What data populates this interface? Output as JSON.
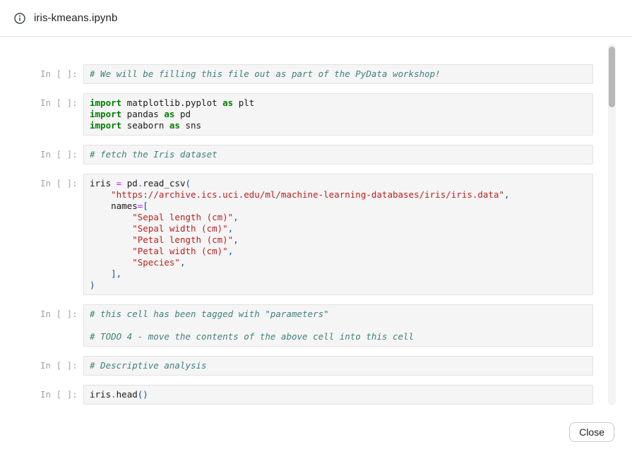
{
  "header": {
    "title": "iris-kmeans.ipynb"
  },
  "footer": {
    "close_label": "Close"
  },
  "colors": {
    "comment": "#408080",
    "keyword": "#008000",
    "string": "#ba2121",
    "operator": "#aa22ff",
    "punctuation": "#0055aa",
    "cell_background": "#f5f5f5",
    "cell_border": "#e2e2e2",
    "prompt_text": "#a3a3a3"
  },
  "notebook": {
    "prompt_label": "In [ ]:",
    "cells": [
      {
        "lines": [
          [
            [
              "com",
              "# We will be filling this file out as part of the PyData workshop!"
            ]
          ]
        ]
      },
      {
        "lines": [
          [
            [
              "kw",
              "import"
            ],
            [
              "txt",
              " matplotlib.pyplot "
            ],
            [
              "kw",
              "as"
            ],
            [
              "txt",
              " plt"
            ]
          ],
          [
            [
              "kw",
              "import"
            ],
            [
              "txt",
              " pandas "
            ],
            [
              "kw",
              "as"
            ],
            [
              "txt",
              " pd"
            ]
          ],
          [
            [
              "kw",
              "import"
            ],
            [
              "txt",
              " seaborn "
            ],
            [
              "kw",
              "as"
            ],
            [
              "txt",
              " sns"
            ]
          ]
        ]
      },
      {
        "lines": [
          [
            [
              "com",
              "# fetch the Iris dataset"
            ]
          ]
        ]
      },
      {
        "lines": [
          [
            [
              "txt",
              "iris "
            ],
            [
              "op",
              "="
            ],
            [
              "txt",
              " pd"
            ],
            [
              "op",
              "."
            ],
            [
              "txt",
              "read_csv"
            ],
            [
              "pun",
              "("
            ]
          ],
          [
            [
              "txt",
              "    "
            ],
            [
              "str",
              "\"https://archive.ics.uci.edu/ml/machine-learning-databases/iris/iris.data\""
            ],
            [
              "pun",
              ","
            ]
          ],
          [
            [
              "txt",
              "    names"
            ],
            [
              "op",
              "="
            ],
            [
              "pun",
              "["
            ]
          ],
          [
            [
              "txt",
              "        "
            ],
            [
              "str",
              "\"Sepal length (cm)\""
            ],
            [
              "pun",
              ","
            ]
          ],
          [
            [
              "txt",
              "        "
            ],
            [
              "str",
              "\"Sepal width (cm)\""
            ],
            [
              "pun",
              ","
            ]
          ],
          [
            [
              "txt",
              "        "
            ],
            [
              "str",
              "\"Petal length (cm)\""
            ],
            [
              "pun",
              ","
            ]
          ],
          [
            [
              "txt",
              "        "
            ],
            [
              "str",
              "\"Petal width (cm)\""
            ],
            [
              "pun",
              ","
            ]
          ],
          [
            [
              "txt",
              "        "
            ],
            [
              "str",
              "\"Species\""
            ],
            [
              "pun",
              ","
            ]
          ],
          [
            [
              "txt",
              "    "
            ],
            [
              "pun",
              "],"
            ]
          ],
          [
            [
              "pun",
              ")"
            ]
          ]
        ]
      },
      {
        "lines": [
          [
            [
              "com",
              "# this cell has been tagged with \"parameters\""
            ]
          ],
          [],
          [
            [
              "com",
              "# TODO 4 - move the contents of the above cell into this cell"
            ]
          ]
        ]
      },
      {
        "lines": [
          [
            [
              "com",
              "# Descriptive analysis"
            ]
          ]
        ]
      },
      {
        "lines": [
          [
            [
              "txt",
              "iris"
            ],
            [
              "op",
              "."
            ],
            [
              "txt",
              "head"
            ],
            [
              "pun",
              "("
            ],
            [
              "pun",
              ")"
            ]
          ]
        ]
      }
    ]
  }
}
